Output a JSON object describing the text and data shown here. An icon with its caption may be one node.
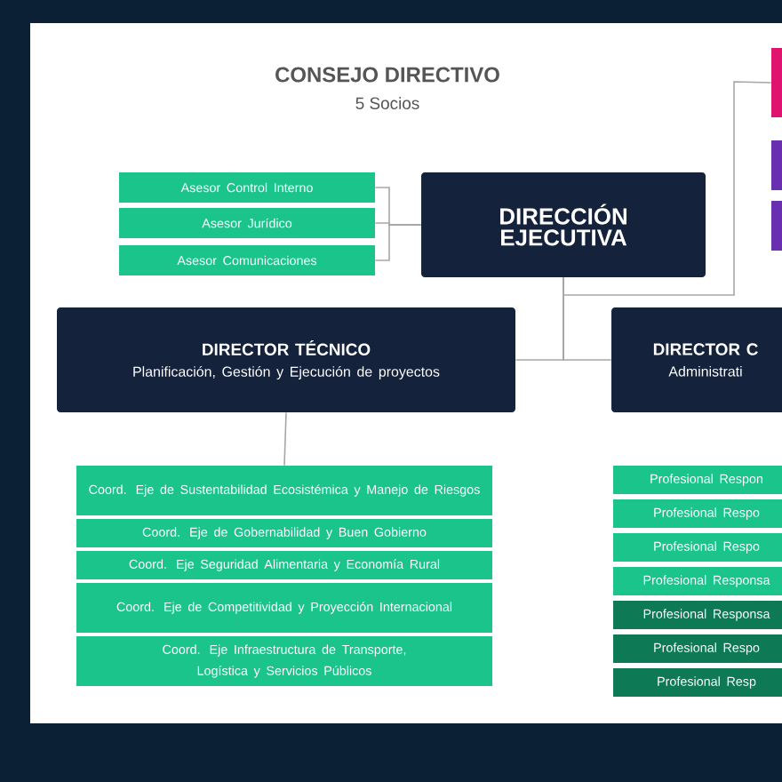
{
  "diagram": {
    "title": "CONSEJO DIRECTIVO",
    "nodes": [
      {
        "text": [
          "Asesor Control Interno"
        ]
      },
      {
        "text": [
          "Asesor Jurídico"
        ]
      },
      {
        "text": [
          "Asesor Comunicaciones"
        ]
      },
      {
        "text": [
          "DIRECCIÓN EJECUTIVA"
        ]
      },
      {
        "text": [],
        "shape": "box"
      },
      {
        "text": [],
        "shape": "box"
      },
      {
        "text": [],
        "shape": "box"
      },
      {
        "text": [
          "DIRECTOR TÉCNICO",
          "Planificación, Gestión y Ejecución de proyectos"
        ]
      },
      {
        "text": [
          "DIRECTOR C",
          "Administrati"
        ]
      },
      {
        "text": [
          "Coord. Eje de Sustentabilidad Ecosistémica y Manejo de Riesgos"
        ]
      },
      {
        "text": [
          "Coord. Eje de Gobernabilidad y Buen Gobierno"
        ]
      },
      {
        "text": [
          "Coord. Eje Seguridad Alimentaria y Economía Rural"
        ]
      },
      {
        "text": [
          "Coord. Eje de Competitividad y Proyección Internacional"
        ]
      },
      {
        "text": [
          "Coord. Eje Infraestructura de Transporte, Logística y Servicios Públicos"
        ]
      },
      {
        "text": [
          "Profesional Respon"
        ]
      },
      {
        "text": [
          "Profesional Respo"
        ]
      },
      {
        "text": [
          "Profesional Respo"
        ]
      },
      {
        "text": [
          "Profesional Responsa"
        ]
      },
      {
        "text": [
          "Profesional Responsa"
        ]
      },
      {
        "text": [
          "Profesional Respo"
        ]
      },
      {
        "text": [
          "Profesional Resp"
        ]
      }
    ],
    "edges": [
      {
        "from": 0,
        "to": 3,
        "arrow": "none"
      },
      {
        "from": 1,
        "to": 3,
        "arrow": "none"
      },
      {
        "from": 2,
        "to": 3,
        "arrow": "none"
      },
      {
        "from": 3,
        "to": 4,
        "arrow": "none"
      },
      {
        "from": 3,
        "to": 7,
        "arrow": "none"
      },
      {
        "from": 3,
        "to": 8,
        "arrow": "none"
      },
      {
        "from": 7,
        "to": 9,
        "arrow": "none"
      }
    ],
    "labels": [
      "5 Socios"
    ]
  }
}
